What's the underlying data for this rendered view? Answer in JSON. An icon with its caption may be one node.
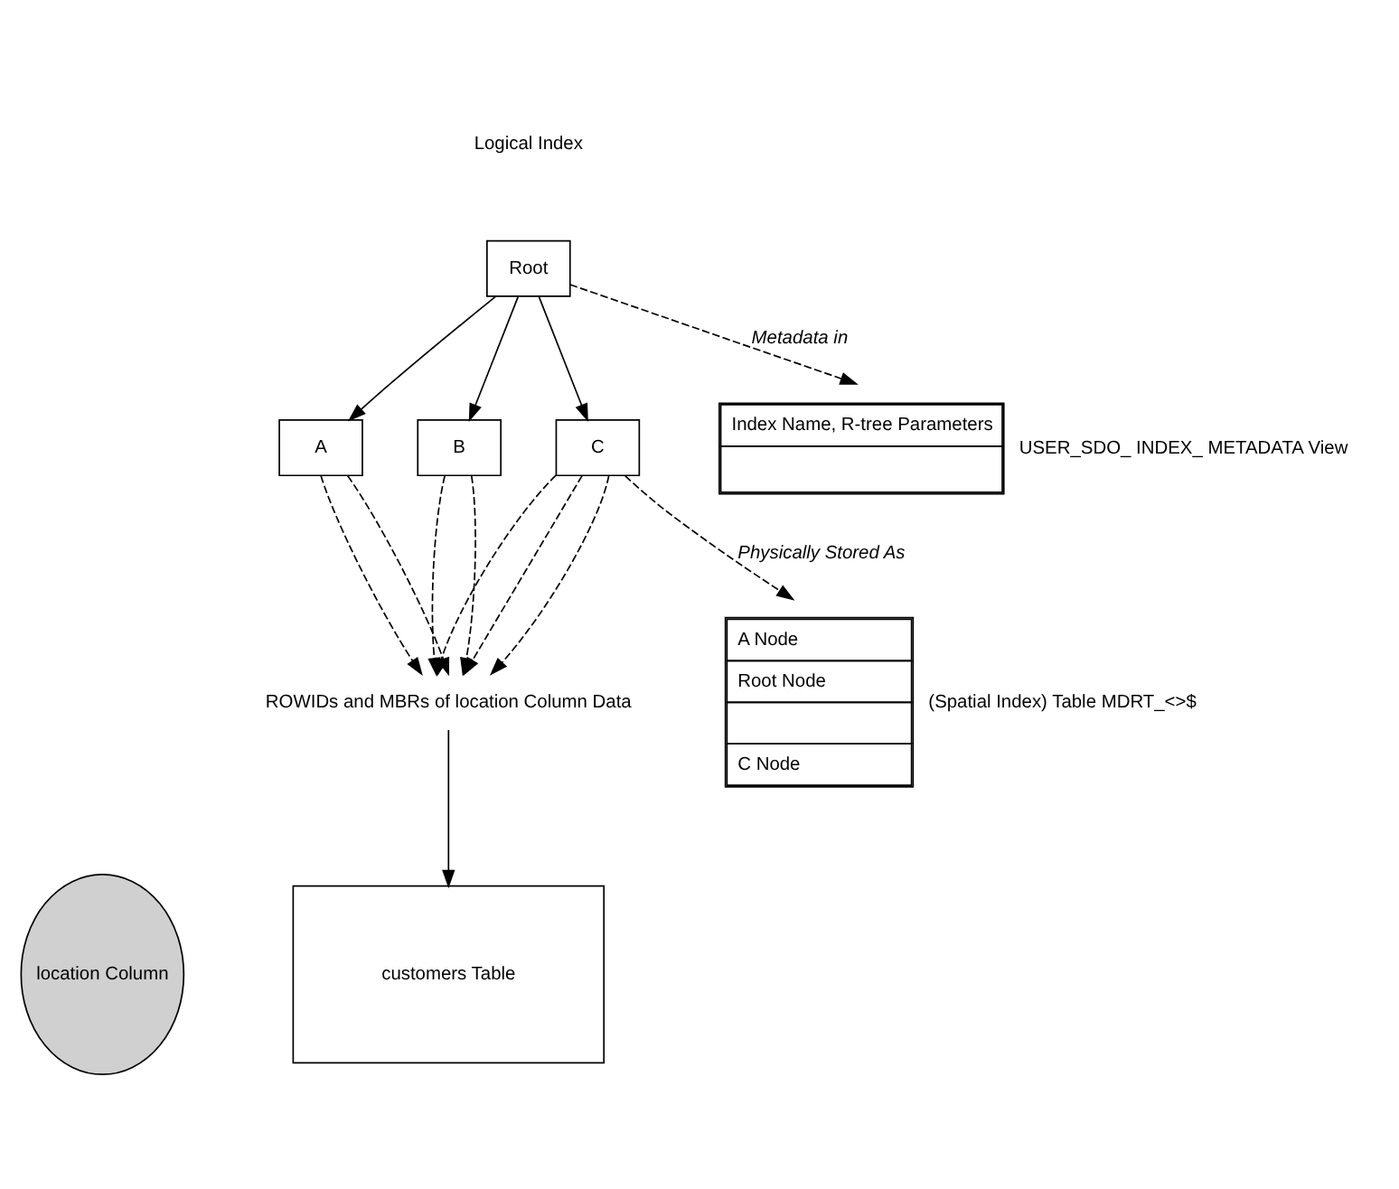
{
  "diagram": {
    "nodes": [
      {
        "text": [
          "Root"
        ]
      },
      {
        "text": [
          "A"
        ]
      },
      {
        "text": [
          "B"
        ]
      },
      {
        "text": [
          "C"
        ]
      },
      {
        "text": [
          "ROWIDs and MBRs of location Column Data"
        ]
      },
      {
        "text": [
          "Index Name, R-tree Parameters"
        ],
        "beside": [
          "USER_SDO_ INDEX_ METADATA View"
        ]
      },
      {
        "text": [
          "A Node",
          "Root Node",
          "C Node"
        ],
        "beside": [
          "(Spatial Index) Table MDRT_<>$"
        ]
      },
      {
        "text": [
          "customers Table"
        ]
      },
      {
        "text": [
          "location Column"
        ]
      }
    ],
    "edges": [
      {
        "from": 0,
        "to": 5,
        "arrow": "to",
        "style": "dashed",
        "label": "Metadata in"
      },
      {
        "from": 0,
        "to": 1,
        "arrow": "to"
      },
      {
        "from": 0,
        "to": 2,
        "arrow": "to"
      },
      {
        "from": 0,
        "to": 3,
        "arrow": "to"
      },
      {
        "from": 3,
        "to": 6,
        "arrow": "to",
        "style": "dashed",
        "label": "Physically Stored As"
      },
      {
        "from": 1,
        "to": 4,
        "arrow": "to",
        "style": "dashed"
      },
      {
        "from": 1,
        "to": 4,
        "arrow": "to",
        "style": "dashed"
      },
      {
        "from": 2,
        "to": 4,
        "arrow": "to",
        "style": "dashed"
      },
      {
        "from": 2,
        "to": 4,
        "arrow": "to",
        "style": "dashed"
      },
      {
        "from": 3,
        "to": 4,
        "arrow": "to",
        "style": "dashed"
      },
      {
        "from": 3,
        "to": 4,
        "arrow": "to",
        "style": "dashed"
      },
      {
        "from": 3,
        "to": 4,
        "arrow": "to",
        "style": "dashed"
      },
      {
        "from": 4,
        "to": 7,
        "arrow": "to"
      }
    ],
    "labels": [
      "Logical Index"
    ]
  }
}
